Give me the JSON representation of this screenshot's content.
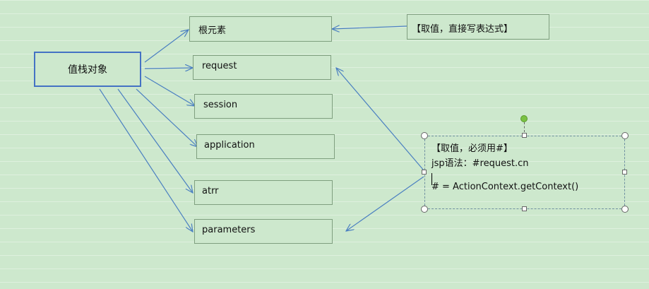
{
  "main_node": {
    "label": "值栈对象"
  },
  "targets": [
    {
      "label": "根元素"
    },
    {
      "label": "request"
    },
    {
      "label": "session"
    },
    {
      "label": "application"
    },
    {
      "label": "atrr"
    },
    {
      "label": "parameters"
    }
  ],
  "note_root": {
    "text": "【取值，直接写表达式】"
  },
  "note_context": {
    "line1": "【取值，必须用#】",
    "line2": "jsp语法：#request.cn",
    "line3": "# = ActionContext.getContext()"
  },
  "colors": {
    "background": "#cde8cd",
    "arrow": "#4a7fc1",
    "main_border": "#4472c4"
  }
}
